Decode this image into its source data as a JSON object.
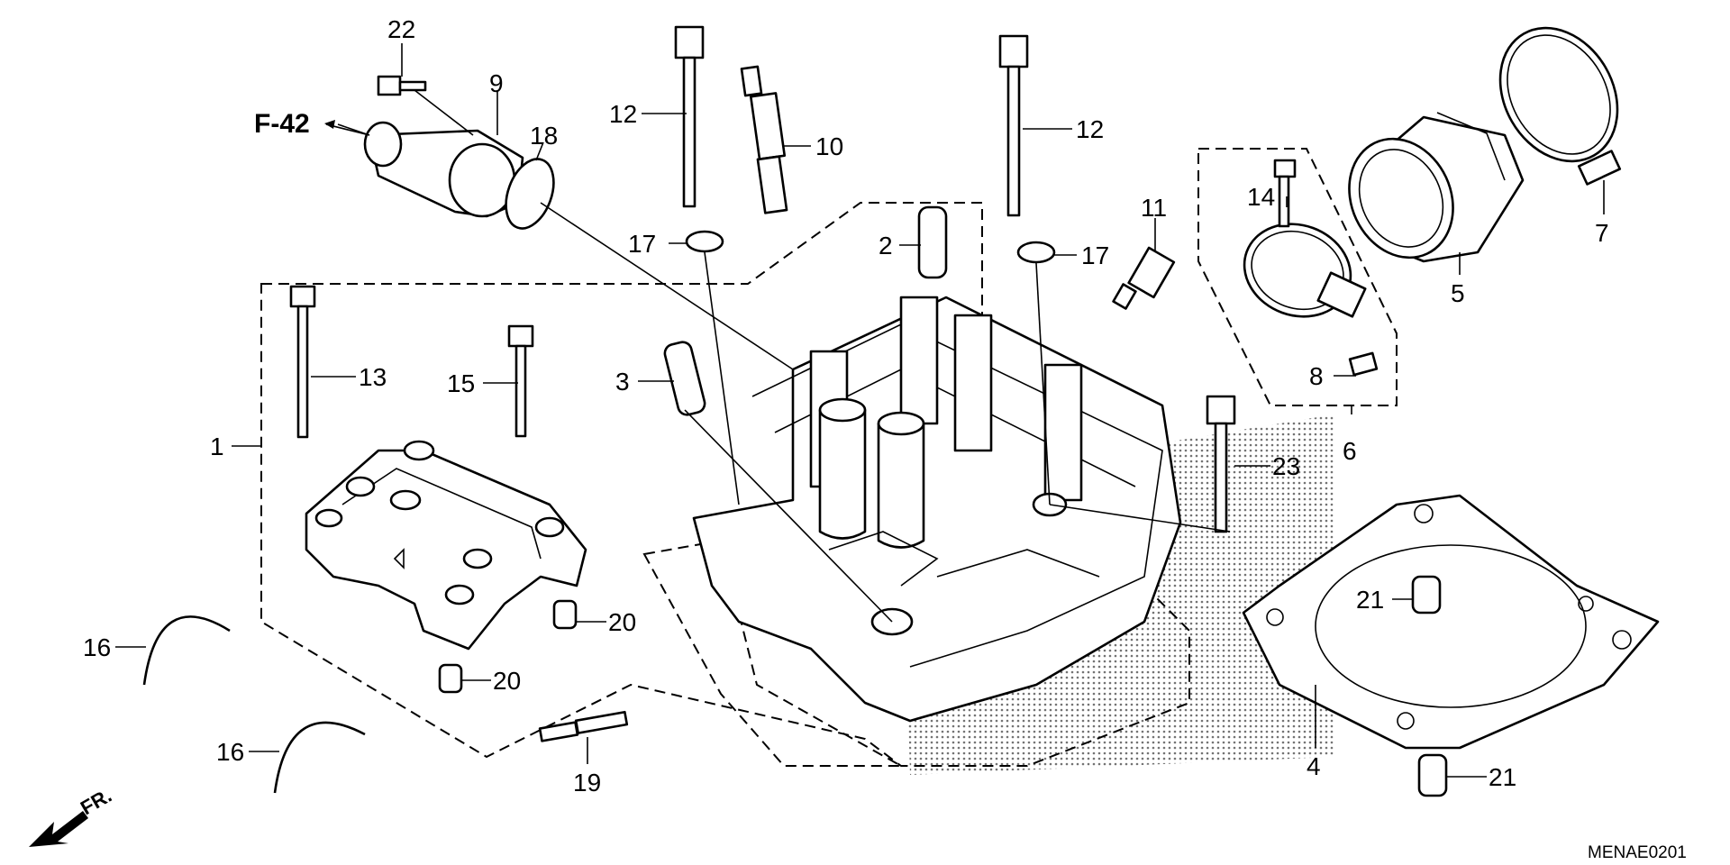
{
  "diagram_code": "MENAE0201",
  "reference": "F-42",
  "direction_label": "FR.",
  "callouts": {
    "c1": "1",
    "c2": "2",
    "c3": "3",
    "c4": "4",
    "c5": "5",
    "c6": "6",
    "c7": "7",
    "c8": "8",
    "c9": "9",
    "c10": "10",
    "c11": "11",
    "c12a": "12",
    "c12b": "12",
    "c13": "13",
    "c14": "14",
    "c15": "15",
    "c16a": "16",
    "c16b": "16",
    "c17a": "17",
    "c17b": "17",
    "c18": "18",
    "c19": "19",
    "c20a": "20",
    "c20b": "20",
    "c21a": "21",
    "c21b": "21",
    "c22": "22",
    "c23": "23"
  }
}
